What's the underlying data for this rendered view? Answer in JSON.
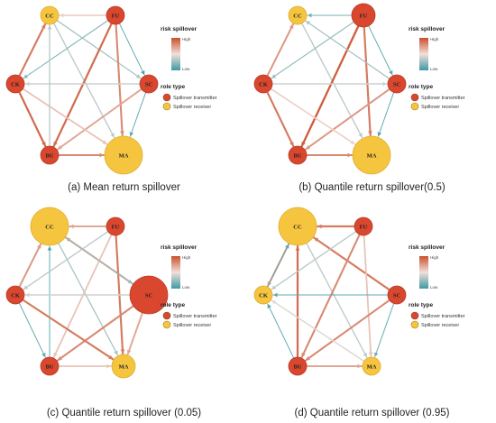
{
  "colors": {
    "transmitter": "#d9472f",
    "transmitter_stroke": "#b93a26",
    "receiver": "#f6c53f",
    "receiver_stroke": "#e0ab2a",
    "edge_high": "#c9502c",
    "edge_mid": "#f1dfd9",
    "edge_low": "#3d9aa5"
  },
  "legend": {
    "risk_title": "risk spillover",
    "high": "High",
    "low": "Low",
    "role_title": "role type",
    "transmitter_label": "Spillover transmitter",
    "receiver_label": "Spillover receiver"
  },
  "panels": [
    {
      "caption": "(a) Mean return spillover",
      "nodes": [
        {
          "id": "CC",
          "label": "CC",
          "role": "receiver",
          "size": "small"
        },
        {
          "id": "FU",
          "label": "FU",
          "role": "transmitter",
          "size": "small"
        },
        {
          "id": "SC",
          "label": "SC",
          "role": "transmitter",
          "size": "small"
        },
        {
          "id": "MA",
          "label": "MA",
          "role": "receiver",
          "size": "large"
        },
        {
          "id": "BU",
          "label": "BU",
          "role": "transmitter",
          "size": "small"
        },
        {
          "id": "CK",
          "label": "CK",
          "role": "transmitter",
          "size": "small"
        }
      ],
      "edges": [
        {
          "from": "FU",
          "to": "CC",
          "level": 0.55
        },
        {
          "from": "CC",
          "to": "SC",
          "level": 0.3
        },
        {
          "from": "CC",
          "to": "MA",
          "level": 0.35
        },
        {
          "from": "CK",
          "to": "CC",
          "level": 0.85
        },
        {
          "from": "FU",
          "to": "SC",
          "level": 0.05
        },
        {
          "from": "FU",
          "to": "MA",
          "level": 0.8
        },
        {
          "from": "FU",
          "to": "BU",
          "level": 0.9
        },
        {
          "from": "FU",
          "to": "CK",
          "level": 0.2
        },
        {
          "from": "SC",
          "to": "MA",
          "level": 0.1
        },
        {
          "from": "SC",
          "to": "BU",
          "level": 0.7
        },
        {
          "from": "SC",
          "to": "CK",
          "level": 0.4
        },
        {
          "from": "BU",
          "to": "MA",
          "level": 0.8
        },
        {
          "from": "CK",
          "to": "BU",
          "level": 0.9
        },
        {
          "from": "CK",
          "to": "MA",
          "level": 0.6
        },
        {
          "from": "BU",
          "to": "CC",
          "level": 0.35
        }
      ]
    },
    {
      "caption": "(b) Quantile return spillover(0.5)",
      "nodes": [
        {
          "id": "CC",
          "label": "CC",
          "role": "receiver",
          "size": "small"
        },
        {
          "id": "FU",
          "label": "FU",
          "role": "transmitter",
          "size": "medium"
        },
        {
          "id": "SC",
          "label": "SC",
          "role": "transmitter",
          "size": "small"
        },
        {
          "id": "MA",
          "label": "MA",
          "role": "receiver",
          "size": "large"
        },
        {
          "id": "BU",
          "label": "BU",
          "role": "transmitter",
          "size": "small"
        },
        {
          "id": "CK",
          "label": "CK",
          "role": "transmitter",
          "size": "small"
        }
      ],
      "edges": [
        {
          "from": "FU",
          "to": "CC",
          "level": 0.15
        },
        {
          "from": "CC",
          "to": "MA",
          "level": 0.35
        },
        {
          "from": "CK",
          "to": "CC",
          "level": 0.75
        },
        {
          "from": "FU",
          "to": "SC",
          "level": 0.1
        },
        {
          "from": "FU",
          "to": "MA",
          "level": 0.85
        },
        {
          "from": "FU",
          "to": "BU",
          "level": 0.95
        },
        {
          "from": "FU",
          "to": "CK",
          "level": 0.25
        },
        {
          "from": "SC",
          "to": "MA",
          "level": 0.05
        },
        {
          "from": "SC",
          "to": "BU",
          "level": 0.75
        },
        {
          "from": "SC",
          "to": "CC",
          "level": 0.3
        },
        {
          "from": "BU",
          "to": "MA",
          "level": 0.8
        },
        {
          "from": "CK",
          "to": "BU",
          "level": 0.85
        },
        {
          "from": "CK",
          "to": "MA",
          "level": 0.55
        },
        {
          "from": "CK",
          "to": "SC",
          "level": 0.4
        }
      ]
    },
    {
      "caption": "(c) Quantile return spillover (0.05)",
      "nodes": [
        {
          "id": "CC",
          "label": "CC",
          "role": "receiver",
          "size": "large"
        },
        {
          "id": "FU",
          "label": "FU",
          "role": "transmitter",
          "size": "small"
        },
        {
          "id": "SC",
          "label": "SC",
          "role": "transmitter",
          "size": "large"
        },
        {
          "id": "MA",
          "label": "MA",
          "role": "receiver",
          "size": "medium"
        },
        {
          "id": "BU",
          "label": "BU",
          "role": "transmitter",
          "size": "small"
        },
        {
          "id": "CK",
          "label": "CK",
          "role": "transmitter",
          "size": "small"
        }
      ],
      "edges": [
        {
          "from": "FU",
          "to": "CC",
          "level": 0.7
        },
        {
          "from": "SC",
          "to": "CC",
          "level": 0.75
        },
        {
          "from": "CC",
          "to": "MA",
          "level": 0.3
        },
        {
          "from": "CK",
          "to": "CC",
          "level": 0.75
        },
        {
          "from": "BU",
          "to": "CC",
          "level": 0.05
        },
        {
          "from": "FU",
          "to": "MA",
          "level": 0.85
        },
        {
          "from": "FU",
          "to": "BU",
          "level": 0.6
        },
        {
          "from": "FU",
          "to": "CK",
          "level": 0.35
        },
        {
          "from": "SC",
          "to": "MA",
          "level": 0.7
        },
        {
          "from": "SC",
          "to": "BU",
          "level": 0.8
        },
        {
          "from": "SC",
          "to": "CK",
          "level": 0.4
        },
        {
          "from": "BU",
          "to": "MA",
          "level": 0.6
        },
        {
          "from": "CK",
          "to": "BU",
          "level": 0.1
        },
        {
          "from": "CK",
          "to": "MA",
          "level": 0.85
        },
        {
          "from": "CC",
          "to": "SC",
          "level": 0.25
        }
      ]
    },
    {
      "caption": "(d) Quantile return spillover (0.95)",
      "nodes": [
        {
          "id": "CC",
          "label": "CC",
          "role": "receiver",
          "size": "large"
        },
        {
          "id": "FU",
          "label": "FU",
          "role": "transmitter",
          "size": "small"
        },
        {
          "id": "SC",
          "label": "SC",
          "role": "transmitter",
          "size": "small"
        },
        {
          "id": "MA",
          "label": "MA",
          "role": "receiver",
          "size": "small"
        },
        {
          "id": "BU",
          "label": "BU",
          "role": "transmitter",
          "size": "small"
        },
        {
          "id": "CK",
          "label": "CK",
          "role": "receiver",
          "size": "small"
        }
      ],
      "edges": [
        {
          "from": "FU",
          "to": "CC",
          "level": 0.85
        },
        {
          "from": "SC",
          "to": "CC",
          "level": 0.85
        },
        {
          "from": "CC",
          "to": "MA",
          "level": 0.35
        },
        {
          "from": "CC",
          "to": "CK",
          "level": 0.75
        },
        {
          "from": "BU",
          "to": "CC",
          "level": 0.9
        },
        {
          "from": "FU",
          "to": "MA",
          "level": 0.6
        },
        {
          "from": "FU",
          "to": "BU",
          "level": 0.8
        },
        {
          "from": "FU",
          "to": "CK",
          "level": 0.35
        },
        {
          "from": "SC",
          "to": "MA",
          "level": 0.15
        },
        {
          "from": "SC",
          "to": "BU",
          "level": 0.8
        },
        {
          "from": "SC",
          "to": "CK",
          "level": 0.1
        },
        {
          "from": "BU",
          "to": "MA",
          "level": 0.7
        },
        {
          "from": "BU",
          "to": "CK",
          "level": 0.05
        },
        {
          "from": "MA",
          "to": "CK",
          "level": 0.45
        },
        {
          "from": "CK",
          "to": "CC",
          "level": 0.1
        }
      ]
    }
  ]
}
